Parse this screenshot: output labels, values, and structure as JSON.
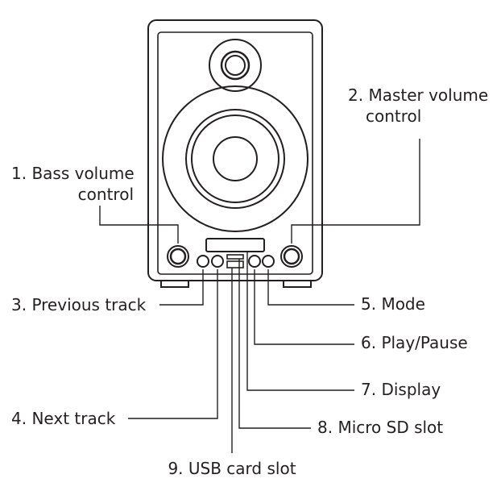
{
  "title": "",
  "labels": {
    "bass_line1": "1. Bass volume",
    "bass_line2": "control",
    "master_line1": "2. Master volume",
    "master_line2": "control",
    "previous_track": "3. Previous track",
    "next_track": "4. Next track",
    "mode": "5. Mode",
    "play_pause": "6. Play/Pause",
    "display": "7. Display",
    "micro_sd": "8. Micro SD slot",
    "usb": "9. USB card slot"
  },
  "colors": {
    "ink": "#231f20",
    "background": "#ffffff"
  }
}
